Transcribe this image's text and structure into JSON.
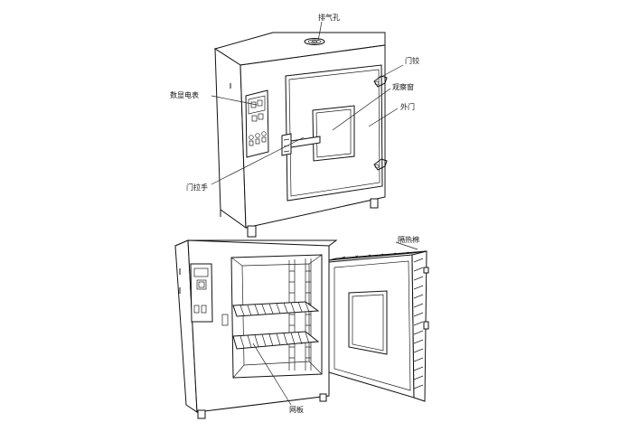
{
  "labels": {
    "exhaust_hole": "排气孔",
    "hinge": "门铰",
    "window": "观察窗",
    "outer_door": "外门",
    "controller": "数显电表",
    "door_handle": "门拉手",
    "seal": "隔热棉",
    "shelf": "网板"
  }
}
